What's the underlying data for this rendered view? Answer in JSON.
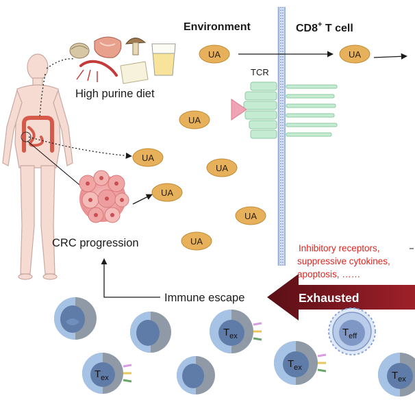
{
  "labels": {
    "environment": "Environment",
    "cd8_main": "CD8",
    "cd8_sup": "+",
    "cd8_rest": " T cell",
    "tcr": "TCR",
    "high_purine_diet": "High purine diet",
    "crc_progression": "CRC progression",
    "immune_escape": "Immune escape",
    "exhausted": "Exhausted",
    "inhibitory_line1": "Inhibitory receptors,",
    "inhibitory_line2": "suppressive cytokines,",
    "inhibitory_line3": "apoptosis, ……",
    "ua": "UA",
    "tex_main": "T",
    "tex_sub": "ex",
    "teff_main": "T",
    "teff_sub": "eff"
  },
  "colors": {
    "ua_fill": "#e6b15a",
    "membrane_blue": "#8aa3d6",
    "tcr_green": "#b8e3c6",
    "antigen_pink": "#f0a3b4",
    "exhausted_arrow": "#8a1c24",
    "red_text": "#e0251f",
    "cell_gray": "#8f9aa6",
    "cell_blue": "#7f97c4"
  }
}
